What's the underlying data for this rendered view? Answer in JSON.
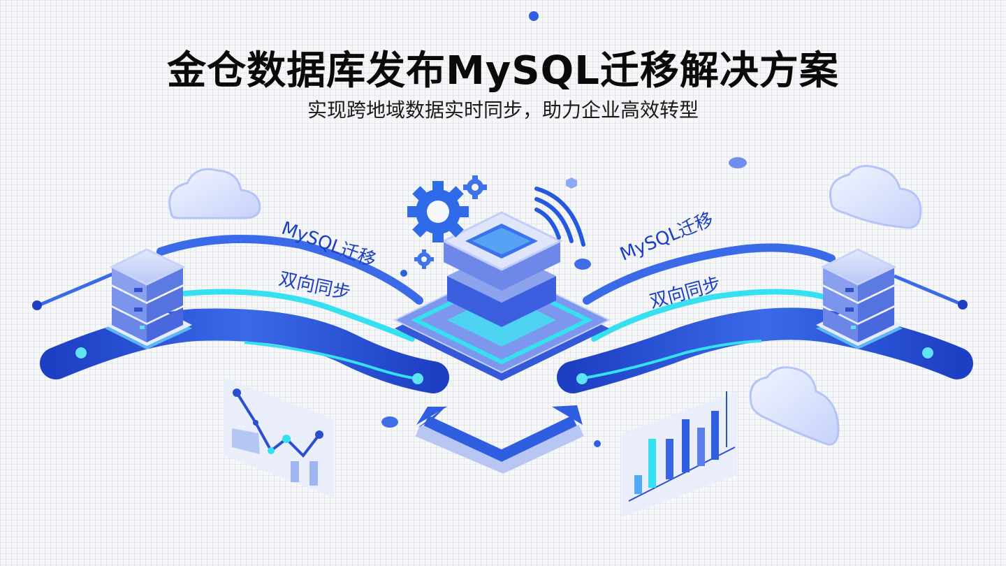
{
  "header": {
    "title": "金仓数据库发布MySQL迁移解决方案",
    "subtitle": "实现跨地域数据实时同步，助力企业高效转型"
  },
  "illustration": {
    "left_labels": {
      "migration": "MySQL迁移",
      "sync": "双向同步"
    },
    "right_labels": {
      "migration": "MySQL迁移",
      "sync": "双向同步"
    },
    "elements": [
      "left-server-icon",
      "right-server-icon",
      "central-database-icon",
      "gear-icon",
      "wifi-signal-icon",
      "cloud-icon",
      "line-chart-panel",
      "bar-chart-panel",
      "bidirectional-arrow-icon"
    ],
    "colors": {
      "primary_blue": "#2f5fe0",
      "deep_blue": "#1d3fc4",
      "cyan": "#35e0f0",
      "light_blue": "#a9b9f2",
      "background": "#f6f7f9"
    }
  }
}
